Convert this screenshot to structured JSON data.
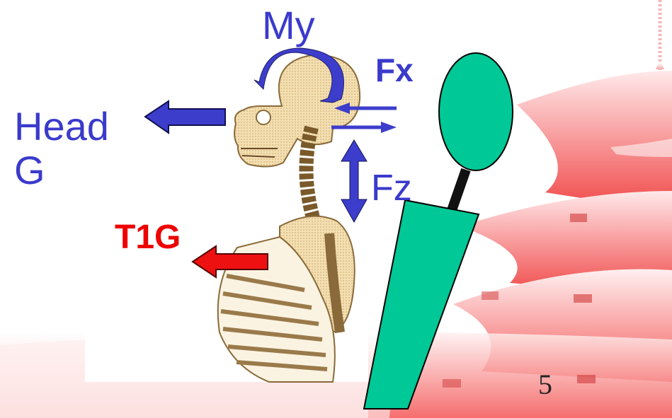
{
  "slide": {
    "page_number": "5"
  },
  "labels": {
    "moment": "My",
    "shear_force": "Fx",
    "head_line1": "Head",
    "head_line2": "G",
    "axial_force": "Fz",
    "t1": "T1G"
  },
  "colors": {
    "label_blue": "#3a3acc",
    "arrow_blue": "#3d3dcc",
    "label_red": "#ee0000",
    "arrow_red": "#ee1111",
    "model_green": "#00c896",
    "background_red": "#ee3030"
  },
  "icons": {
    "skeleton": "human-skeleton-side-view",
    "pagoda": "pagoda-background"
  }
}
